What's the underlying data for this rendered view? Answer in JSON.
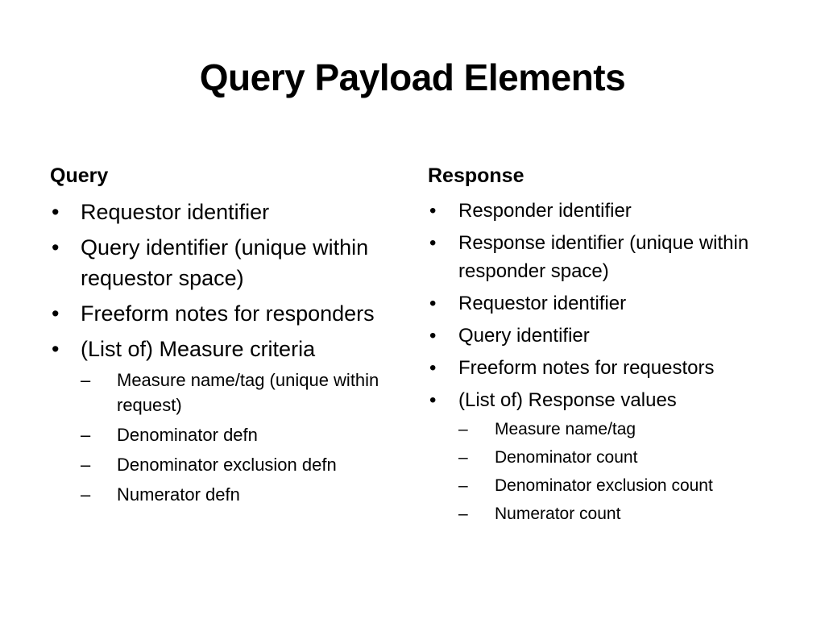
{
  "slide": {
    "title": "Query Payload Elements",
    "query": {
      "heading": "Query",
      "items": [
        {
          "text": "Requestor identifier"
        },
        {
          "text": "Query identifier (unique within requestor space)"
        },
        {
          "text": "Freeform notes for responders"
        },
        {
          "text": "(List of) Measure criteria"
        }
      ],
      "sub_items": [
        {
          "text": "Measure name/tag (unique within request)"
        },
        {
          "text": "Denominator defn"
        },
        {
          "text": "Denominator exclusion defn"
        },
        {
          "text": "Numerator defn"
        }
      ]
    },
    "response": {
      "heading": "Response",
      "items": [
        {
          "text": "Responder identifier"
        },
        {
          "text": "Response identifier (unique within responder space)"
        },
        {
          "text": "Requestor identifier"
        },
        {
          "text": "Query identifier"
        },
        {
          "text": "Freeform notes for requestors"
        },
        {
          "text": "(List of) Response values"
        }
      ],
      "sub_items": [
        {
          "text": "Measure name/tag"
        },
        {
          "text": "Denominator count"
        },
        {
          "text": "Denominator exclusion count"
        },
        {
          "text": "Numerator count"
        }
      ]
    },
    "bullet_glyph": "•",
    "dash_glyph": "–"
  }
}
